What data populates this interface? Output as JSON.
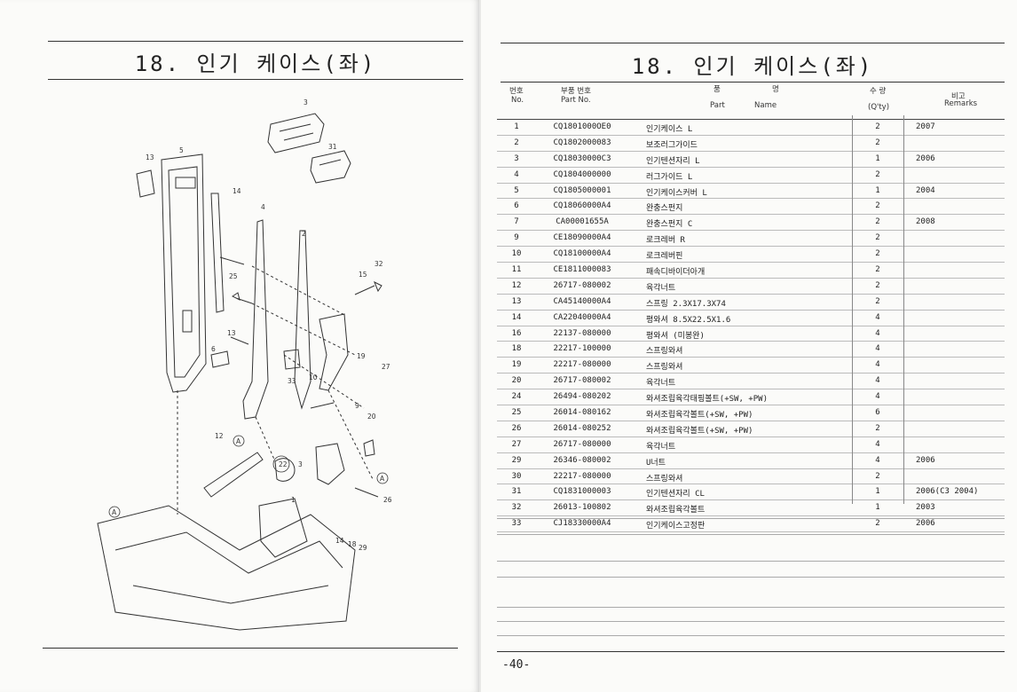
{
  "left_page": {
    "title": "18. 인기 케이스(좌)",
    "callouts": [
      "3",
      "31",
      "5",
      "13",
      "14",
      "4",
      "2",
      "25",
      "32",
      "15",
      "13",
      "6",
      "33",
      "10",
      "19",
      "27",
      "9",
      "20",
      "12",
      "A",
      "22",
      "3",
      "A",
      "1",
      "26",
      "A",
      "14",
      "18",
      "29"
    ]
  },
  "right_page": {
    "title": "18. 인기 케이스(좌)",
    "headers": {
      "no_ko": "번호",
      "no_en": "No.",
      "part_ko": "부품 번호",
      "part_en": "Part  No.",
      "name_ko_1": "품",
      "name_ko_2": "명",
      "name_en_1": "Part",
      "name_en_2": "Name",
      "qty_ko": "수 량",
      "qty_en": "(Q'ty)",
      "remarks_ko": "비고",
      "remarks_en": "Remarks"
    },
    "rows": [
      {
        "no": "1",
        "part": "CQ1801000OE0",
        "name": "인기케이스 L",
        "qty": "2",
        "remarks": "2007"
      },
      {
        "no": "2",
        "part": "CQ1802000083",
        "name": "보조러그가이드",
        "qty": "2",
        "remarks": ""
      },
      {
        "no": "3",
        "part": "CQ18030000C3",
        "name": "인기텐션자리 L",
        "qty": "1",
        "remarks": "2006"
      },
      {
        "no": "4",
        "part": "CQ1804000000",
        "name": "러그가이드 L",
        "qty": "2",
        "remarks": ""
      },
      {
        "no": "5",
        "part": "CQ1805000001",
        "name": "인기케이스커버 L",
        "qty": "1",
        "remarks": "2004"
      },
      {
        "no": "6",
        "part": "CQ18060000A4",
        "name": "완충스펀지",
        "qty": "2",
        "remarks": ""
      },
      {
        "no": "7",
        "part": "CA00001655A",
        "name": "완충스펀지 C",
        "qty": "2",
        "remarks": "2008"
      },
      {
        "no": "9",
        "part": "CE18090000A4",
        "name": "로크레버 R",
        "qty": "2",
        "remarks": ""
      },
      {
        "no": "10",
        "part": "CQ18100000A4",
        "name": "로크레버핀",
        "qty": "2",
        "remarks": ""
      },
      {
        "no": "11",
        "part": "CE1811000083",
        "name": "패속디바이더아개",
        "qty": "2",
        "remarks": ""
      },
      {
        "no": "12",
        "part": "26717-080002",
        "name": "육각너트",
        "qty": "2",
        "remarks": ""
      },
      {
        "no": "13",
        "part": "CA45140000A4",
        "name": "스프링 2.3X17.3X74",
        "qty": "2",
        "remarks": ""
      },
      {
        "no": "14",
        "part": "CA22040000A4",
        "name": "평와셔 8.5X22.5X1.6",
        "qty": "4",
        "remarks": ""
      },
      {
        "no": "16",
        "part": "22137-080000",
        "name": "평와셔 (미봉완)",
        "qty": "4",
        "remarks": ""
      },
      {
        "no": "18",
        "part": "22217-100000",
        "name": "스프링와셔",
        "qty": "4",
        "remarks": ""
      },
      {
        "no": "19",
        "part": "22217-080000",
        "name": "스프링와셔",
        "qty": "4",
        "remarks": ""
      },
      {
        "no": "20",
        "part": "26717-080002",
        "name": "육각너트",
        "qty": "4",
        "remarks": ""
      },
      {
        "no": "24",
        "part": "26494-080202",
        "name": "와셔조립육각태핑볼트(+SW, +PW)",
        "qty": "4",
        "remarks": ""
      },
      {
        "no": "25",
        "part": "26014-080162",
        "name": "와셔조립육각볼트(+SW, +PW)",
        "qty": "6",
        "remarks": ""
      },
      {
        "no": "26",
        "part": "26014-080252",
        "name": "와셔조립육각볼트(+SW, +PW)",
        "qty": "2",
        "remarks": ""
      },
      {
        "no": "27",
        "part": "26717-080000",
        "name": "육각너트",
        "qty": "4",
        "remarks": ""
      },
      {
        "no": "29",
        "part": "26346-080002",
        "name": "U너트",
        "qty": "4",
        "remarks": "2006"
      },
      {
        "no": "30",
        "part": "22217-080000",
        "name": "스프링와셔",
        "qty": "2",
        "remarks": ""
      },
      {
        "no": "31",
        "part": "CQ1831000003",
        "name": "인기텐션자리 CL",
        "qty": "1",
        "remarks": "2006(C3 2004)"
      },
      {
        "no": "32",
        "part": "26013-100802",
        "name": "와셔조립육각볼트",
        "qty": "1",
        "remarks": "2003"
      },
      {
        "no": "33",
        "part": "CJ18330000A4",
        "name": "인기케이스고정판",
        "qty": "2",
        "remarks": "2006"
      }
    ],
    "page_number": "-40-"
  }
}
